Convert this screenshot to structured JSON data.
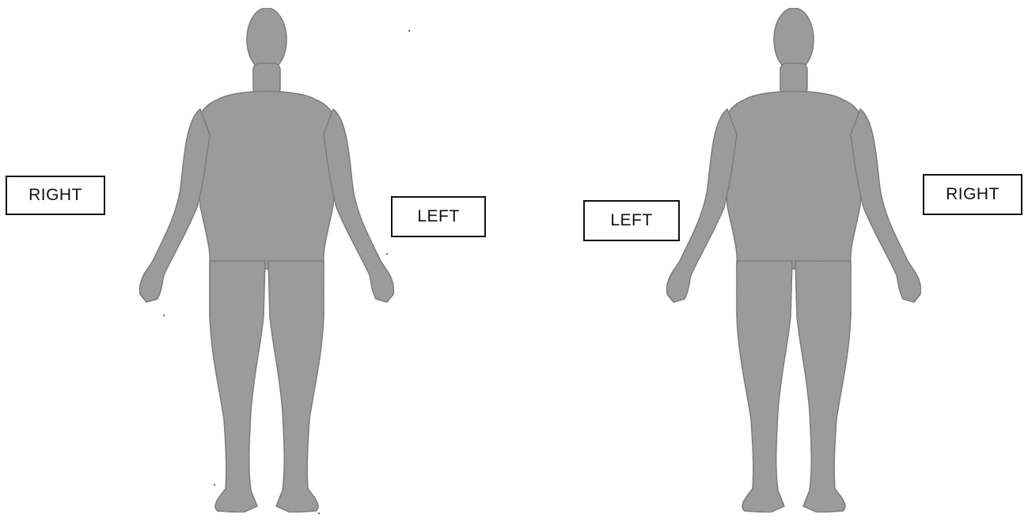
{
  "labels": {
    "front_right": "RIGHT",
    "front_left": "LEFT",
    "back_left": "LEFT",
    "back_right": "RIGHT"
  },
  "icons": {
    "front_figure": "human-body-front-icon",
    "back_figure": "human-body-back-icon"
  },
  "colors": {
    "body_fill": "#9a9a9a",
    "body_edge": "#6e6e6e",
    "label_border": "#111111"
  }
}
